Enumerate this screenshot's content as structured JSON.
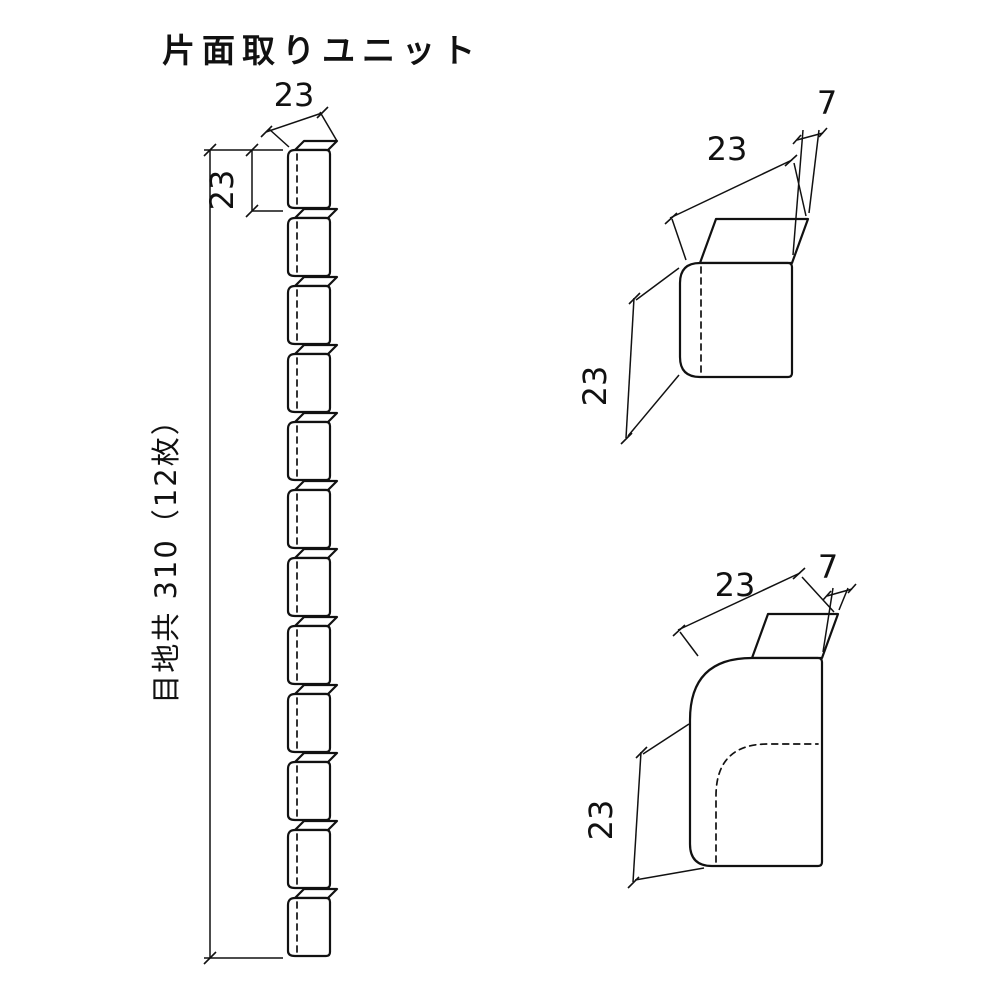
{
  "title": "片面取りユニット",
  "figures": {
    "strip": {
      "width": "23",
      "tile_height": "23",
      "total_height": "目地共 310（12枚）",
      "tile_count": 12
    },
    "flat_piece": {
      "width": "23",
      "depth": "7",
      "height": "23"
    },
    "corner_piece": {
      "width": "23",
      "depth": "7",
      "height": "23"
    }
  },
  "colors": {
    "line": "#111111",
    "background": "#ffffff"
  }
}
